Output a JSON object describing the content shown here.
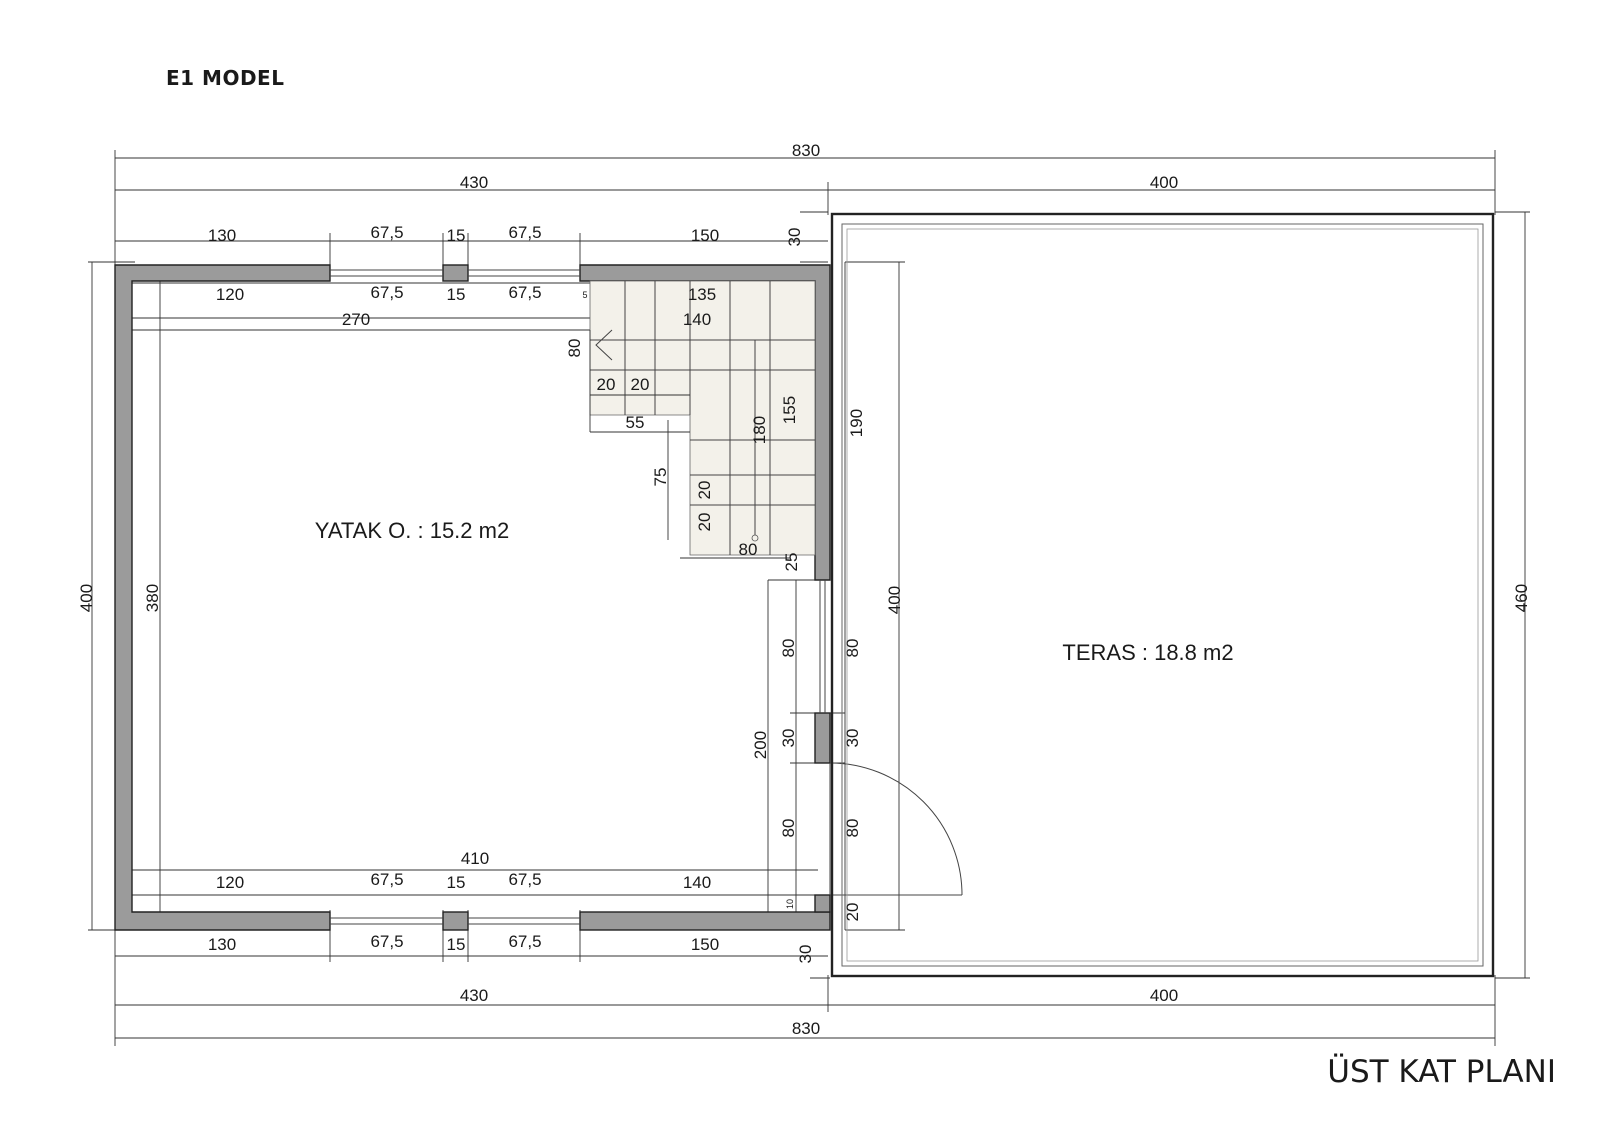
{
  "model_title": "E1 MODEL",
  "plan_title": "ÜST KAT PLANI",
  "rooms": {
    "bedroom": "YATAK O. : 15.2 m2",
    "terrace": "TERAS  : 18.8 m2"
  },
  "colors": {
    "wall_fill": "#9b9b9b",
    "stair_fill": "#f3f1ea",
    "line": "#333333"
  },
  "dimensions": {
    "total_top": "830",
    "total_bottom": "830",
    "left_top": "430",
    "right_top": "400",
    "left_bottom": "430",
    "right_bottom": "400",
    "top_outer": [
      "130",
      "67,5",
      "15",
      "67,5",
      "150",
      "30"
    ],
    "top_inner": [
      "120",
      "67,5",
      "15",
      "67,5"
    ],
    "inner_width": "270",
    "bottom_outer": [
      "130",
      "67,5",
      "15",
      "67,5",
      "150",
      "30"
    ],
    "bottom_inner": [
      "120",
      "67,5",
      "15",
      "67,5",
      "140"
    ],
    "inner_410": "410",
    "left_outer_height": "400",
    "left_inner_height": "380",
    "terrace_height": "460",
    "stair": [
      "135",
      "140",
      "5",
      "80",
      "20",
      "20",
      "55",
      "180",
      "155",
      "75",
      "20",
      "20",
      "80",
      "25"
    ],
    "right_wall": [
      "190",
      "400"
    ],
    "door_window": [
      "80",
      "80",
      "30",
      "30",
      "200",
      "80",
      "80",
      "10",
      "20"
    ]
  }
}
